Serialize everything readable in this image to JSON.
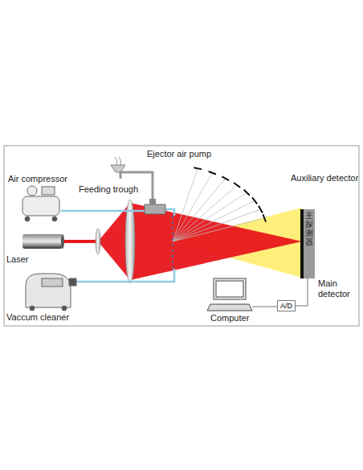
{
  "diagram": {
    "nodes": [
      {
        "text": [
          "主探测器",
          "Main detector"
        ]
      },
      {
        "text": [
          "A/D"
        ]
      }
    ],
    "edges": [
      {
        "from": 1,
        "to": 0,
        "arrow": "none"
      }
    ],
    "labels": [
      "Ejector air pump",
      "Air compressor",
      "Feeding trough",
      "Auxiliary detector",
      "Laser",
      "Vaccum cleaner",
      "Computer"
    ]
  }
}
